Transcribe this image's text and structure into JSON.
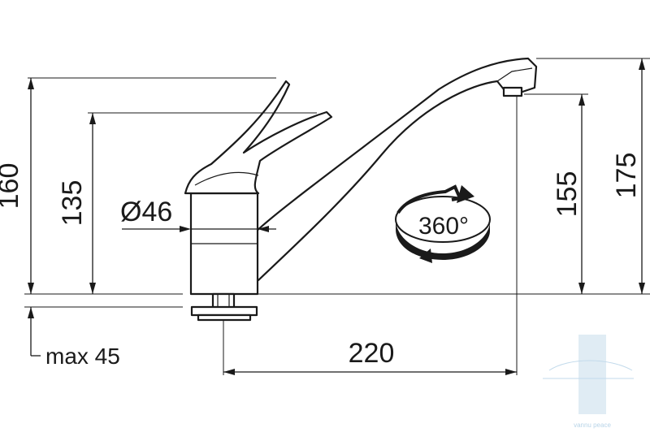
{
  "diagram": {
    "dimensions": {
      "total_height": "160",
      "lever_height": "135",
      "body_diameter": "Ø46",
      "spout_outlet_height": "155",
      "spout_top_height": "175",
      "spout_reach": "220",
      "mounting_thickness": "max 45"
    },
    "rotation_label": "360°"
  },
  "watermark": {
    "text": "vannu\npeace",
    "color": "#b8d4e8"
  }
}
